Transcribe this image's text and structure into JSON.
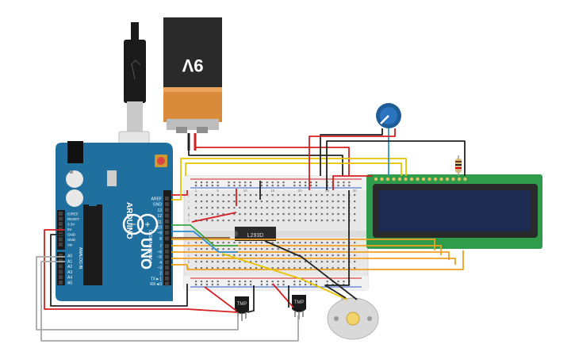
{
  "battery": {
    "label": "9V"
  },
  "arduino": {
    "brand": "ARDUINO",
    "model": "UNO",
    "digital_label": "DIGITAL (PWM~)",
    "analog_label": "ANALOG IN",
    "power_pins": [
      "IOREF",
      "RESET",
      "3.3V",
      "5V",
      "GND",
      "GND",
      "Vin"
    ],
    "analog_pins": [
      "A0",
      "A1",
      "A2",
      "A3",
      "A4",
      "A5"
    ],
    "top_pins": [
      "AREF",
      "GND",
      "13",
      "12",
      "~11",
      "~10",
      "~9",
      "8"
    ],
    "bottom_pins": [
      "7",
      "~6",
      "~5",
      "4",
      "~3",
      "2",
      "TX►1",
      "RX◄0"
    ]
  },
  "breadboard": {
    "col_numbers": [
      "1",
      "5",
      "10",
      "15",
      "20",
      "25",
      "30"
    ],
    "row_letters": [
      "a",
      "b",
      "c",
      "d",
      "e",
      "f",
      "g",
      "h",
      "i",
      "j"
    ]
  },
  "ic": {
    "label": "L293D"
  },
  "sensors": [
    {
      "label": "TMP"
    },
    {
      "label": "TMP"
    }
  ],
  "lcd": {
    "title": "LCD 16x2"
  },
  "colors": {
    "arduino_blue": "#1f6f9f",
    "breadboard": "#e8e8e8",
    "lcd_pcb": "#2e9c4a",
    "lcd_screen": "#1d2b52",
    "wire_red": "#d32020",
    "wire_black": "#222222",
    "wire_yellow": "#e8c300",
    "wire_orange": "#f0a020",
    "wire_gray": "#a8a8a8",
    "wire_blue": "#2a8fd0",
    "wire_green": "#3aa648"
  }
}
